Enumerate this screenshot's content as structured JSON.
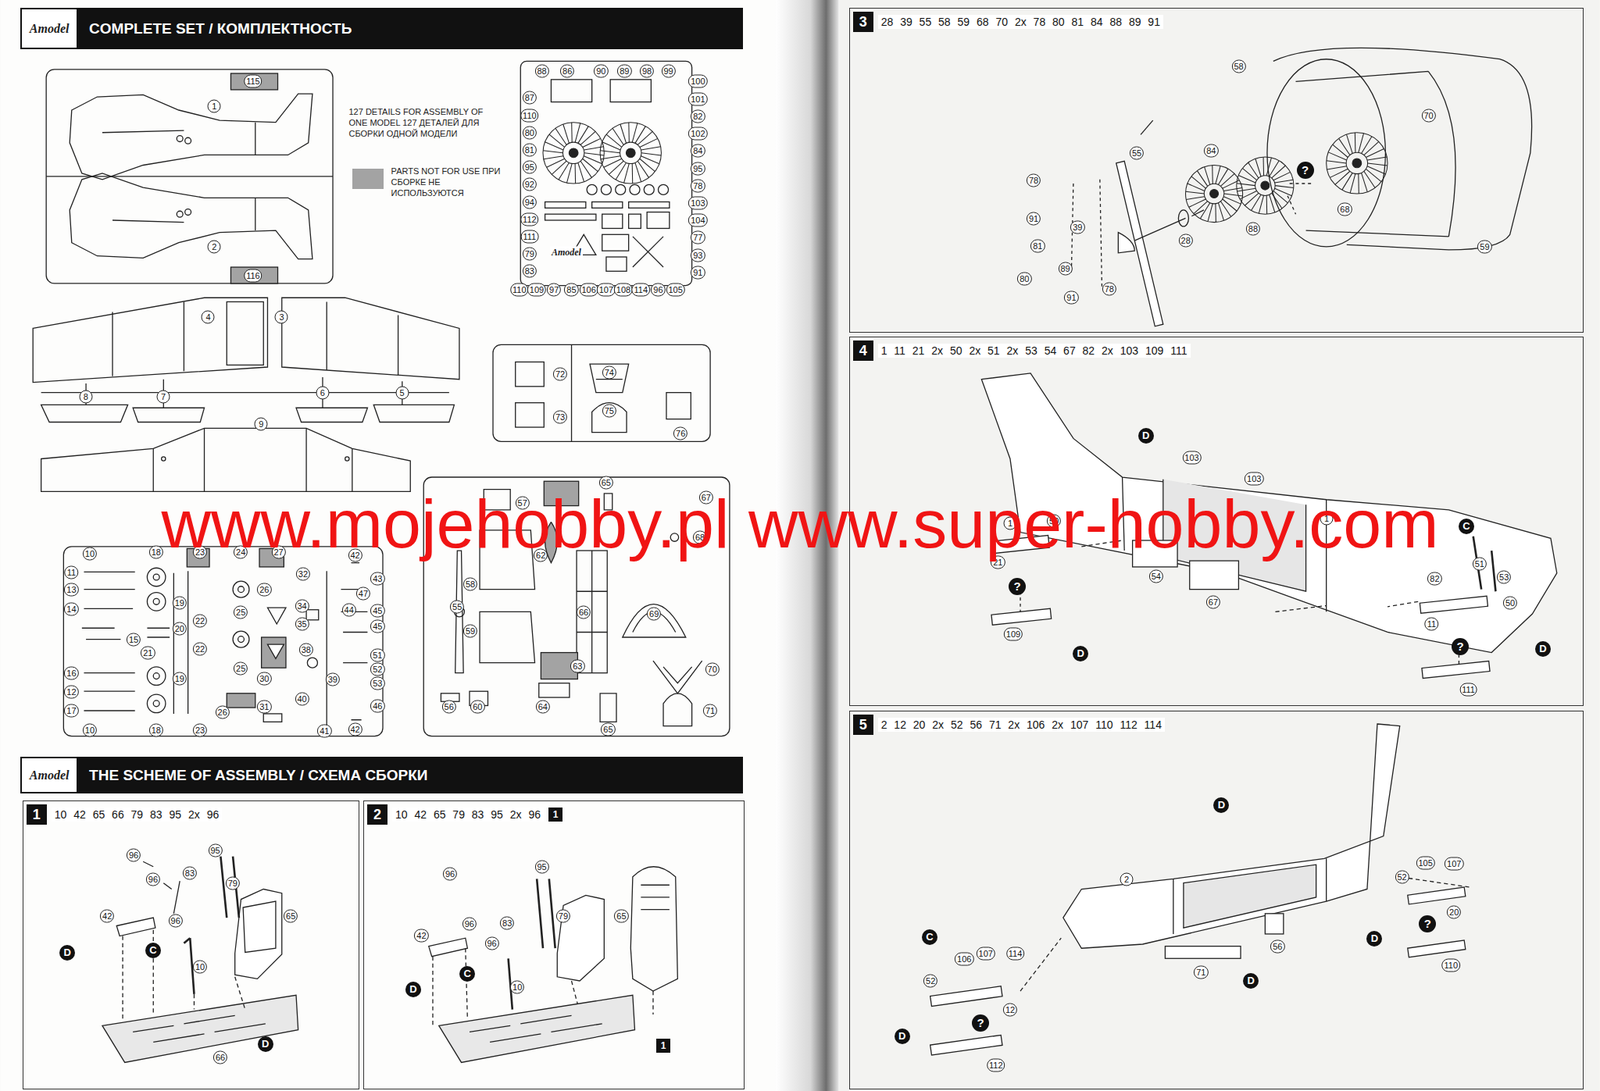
{
  "diagram": {
    "nodes": [
      {
        "text": [
          "Amodel",
          "COMPLETE SET / КОМПЛЕКТНОСТЬ"
        ]
      },
      {
        "text": [
          "Amodel",
          "THE SCHEME OF ASSEMBLY / СХЕМА СБОРКИ"
        ]
      },
      {
        "text": [
          "1",
          "10 42 65 66 79 83 95 2x 96"
        ]
      },
      {
        "text": [
          "2",
          "10 42 65 79 83 95 2x 96",
          "1"
        ]
      },
      {
        "text": [
          "3",
          "28 39 55 58 59 68 70 2x 78 80 81 84 88 89 91"
        ]
      },
      {
        "text": [
          "4",
          "1 11 21 2x 50 2x 51 2x 53 54 67 82 2x 103 109 111"
        ]
      },
      {
        "text": [
          "5",
          "2 12 20 2x 52 56 71 2x 106 2x 107 110 112 114"
        ]
      }
    ],
    "labels": [
      "115",
      "1",
      "2",
      "116",
      "4",
      "3",
      "8",
      "7",
      "6",
      "5",
      "9",
      "127 DETAILS FOR ASSEMBLY OF ONE MODEL 127 ДЕТАЛЕЙ ДЛЯ СБОРКИ ОДНОЙ МОДЕЛИ",
      "88",
      "86",
      "90",
      "89",
      "98",
      "99",
      "87",
      "110",
      "80",
      "81",
      "95",
      "92",
      "94",
      "112",
      "111",
      "79",
      "83",
      "100",
      "101",
      "82",
      "102",
      "84",
      "95",
      "78",
      "103",
      "104",
      "77",
      "93",
      "91",
      "110",
      "109",
      "97",
      "85",
      "106",
      "107",
      "108",
      "114",
      "96",
      "105",
      "Amodel",
      "72",
      "73",
      "74",
      "75",
      "76",
      "10",
      "11",
      "13",
      "14",
      "15",
      "16",
      "12",
      "17",
      "10",
      "18",
      "19",
      "20",
      "21",
      "19",
      "18",
      "23",
      "22",
      "22",
      "23",
      "24",
      "25",
      "25",
      "26",
      "27",
      "26",
      "30",
      "31",
      "32",
      "34",
      "35",
      "38",
      "39",
      "40",
      "41",
      "42",
      "43",
      "47",
      "44",
      "45",
      "45",
      "51",
      "52",
      "53",
      "46",
      "42",
      "57",
      "65",
      "67",
      "68",
      "62",
      "58",
      "55",
      "59",
      "66",
      "69",
      "63",
      "70",
      "56",
      "60",
      "64",
      "71",
      "65",
      "96",
      "96",
      "83",
      "95",
      "79",
      "65",
      "42",
      "96",
      "10",
      "66",
      "C",
      "D",
      "D",
      "96",
      "95",
      "42",
      "96",
      "83",
      "79",
      "96",
      "65",
      "10",
      "C",
      "D",
      "1",
      "58",
      "55",
      "70",
      "84",
      "78",
      "91",
      "39",
      "28",
      "88",
      "68",
      "81",
      "89",
      "80",
      "78",
      "91",
      "59",
      "?",
      "1",
      "50",
      "21",
      "103",
      "103",
      "54",
      "67",
      "109",
      "1",
      "82",
      "51",
      "53",
      "50",
      "11",
      "111",
      "C",
      "D",
      "D",
      "D",
      "?",
      "?",
      "2",
      "D",
      "105",
      "107",
      "52",
      "20",
      "110",
      "D",
      "?",
      "C",
      "52",
      "106",
      "107",
      "114",
      "12",
      "D",
      "?",
      "112",
      "71",
      "56",
      "D",
      "www.mojehobby.pl www.super-hobby.com"
    ],
    "legend": [
      {
        "text": "PARTS NOT FOR USE ПРИ СБОРКЕ НЕ ИСПОЛЬЗУЮТСЯ",
        "color": "#a3a3a3"
      }
    ]
  }
}
